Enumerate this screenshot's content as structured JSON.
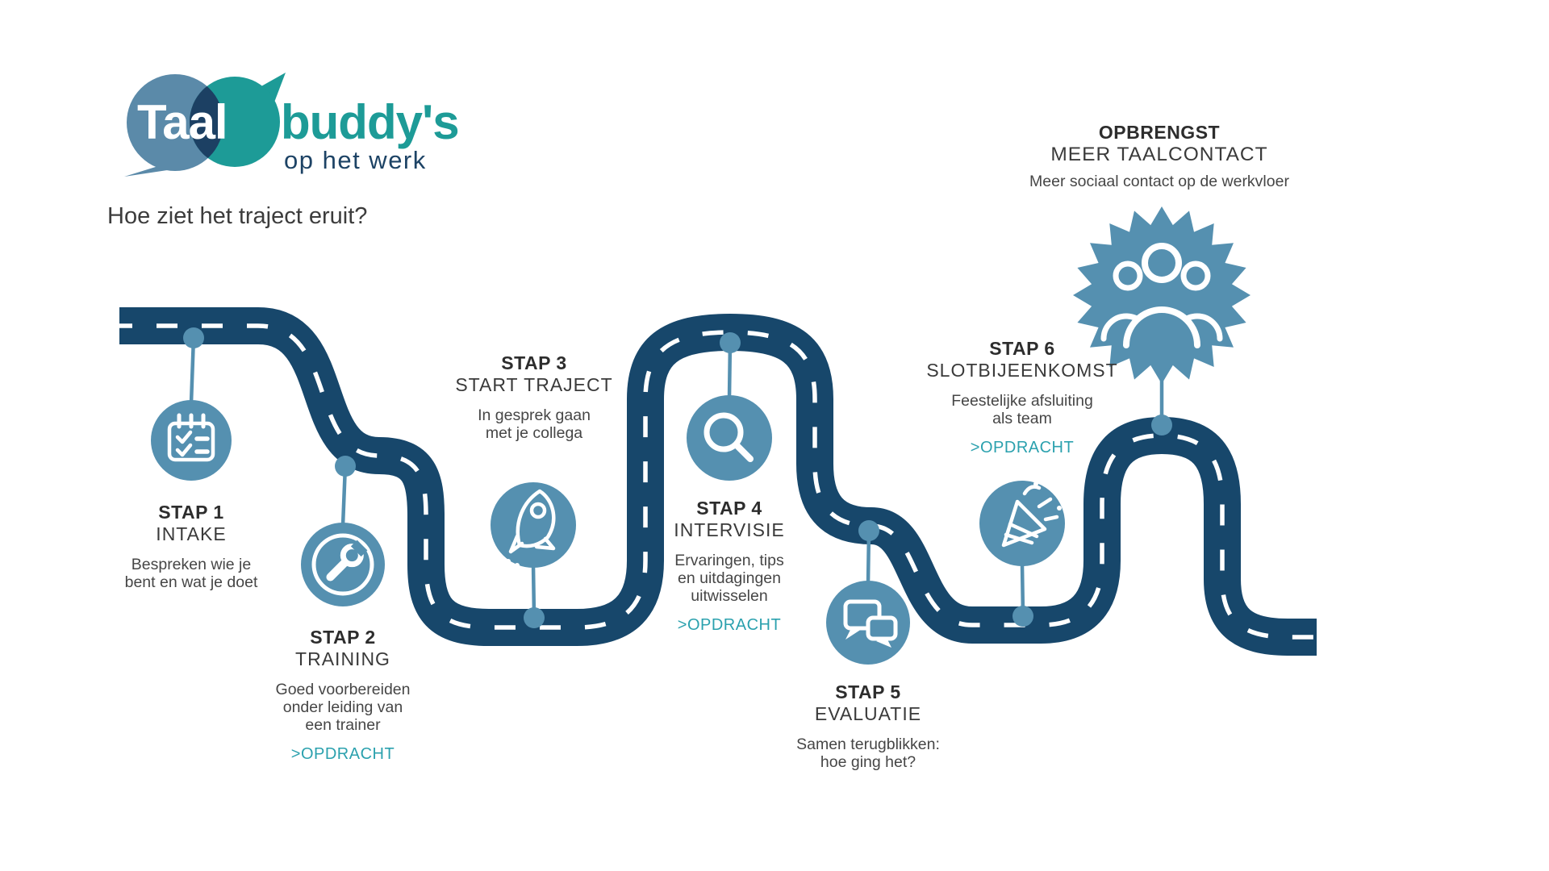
{
  "logo": {
    "part1": "Taal",
    "part2": "buddy's",
    "tagline": "op het werk"
  },
  "title": "Hoe ziet het traject eruit?",
  "colors": {
    "navy": "#17476b",
    "steel": "#5590b0",
    "teal": "#2ba1ae",
    "logo_teal": "#1d9b97",
    "logo_navy": "#1d4365",
    "logo_steel": "#5b8aa9",
    "logo_overlap": "#1c4063",
    "text_dark": "#2d2d2d",
    "text_body": "#464646"
  },
  "steps": [
    {
      "label": "STAP 1",
      "name": "INTAKE",
      "description": "Bespreken wie je\nbent en wat je doet",
      "icon": "checklist-icon"
    },
    {
      "label": "STAP 2",
      "name": "TRAINING",
      "description": "Goed voorbereiden\nonder leiding van\neen trainer",
      "link": ">OPDRACHT",
      "icon": "wrench-icon"
    },
    {
      "label": "STAP 3",
      "name": "START TRAJECT",
      "description": "In gesprek gaan\nmet je collega",
      "icon": "rocket-icon"
    },
    {
      "label": "STAP 4",
      "name": "INTERVISIE",
      "description": "Ervaringen, tips\nen uitdagingen\nuitwisselen",
      "link": ">OPDRACHT",
      "icon": "magnifier-icon"
    },
    {
      "label": "STAP 5",
      "name": "EVALUATIE",
      "description": "Samen terugblikken:\nhoe ging het?",
      "icon": "chat-bubbles-icon"
    },
    {
      "label": "STAP 6",
      "name": "SLOTBIJEENKOMST",
      "description": "Feestelijke afsluiting\nals team",
      "link": ">OPDRACHT",
      "icon": "party-popper-icon"
    }
  ],
  "outcome": {
    "label": "OPBRENGST",
    "name": "MEER TAALCONTACT",
    "description": "Meer sociaal contact op de werkvloer",
    "icon": "people-group-icon"
  }
}
